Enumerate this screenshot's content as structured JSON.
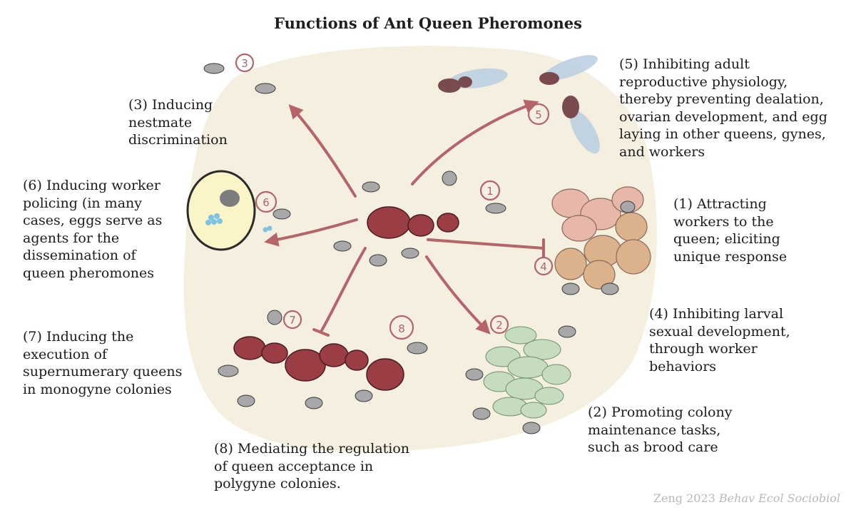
{
  "title": "Functions of Ant Queen Pheromones",
  "functions": [
    {
      "num": "1",
      "lines": [
        "(1) Attracting",
        "workers to the",
        "queen; eliciting",
        "unique response"
      ]
    },
    {
      "num": "2",
      "lines": [
        "(2) Promoting colony",
        "maintenance tasks,",
        "such as brood care"
      ]
    },
    {
      "num": "3",
      "lines": [
        "(3) Inducing",
        "nestmate",
        "discrimination"
      ]
    },
    {
      "num": "4",
      "lines": [
        "(4) Inhibiting larval",
        "sexual development,",
        "through worker",
        "behaviors"
      ]
    },
    {
      "num": "5",
      "lines": [
        "(5) Inhibiting adult",
        "reproductive physiology,",
        "thereby preventing dealation,",
        "ovarian development, and egg",
        "laying in other queens, gynes,",
        "and workers"
      ]
    },
    {
      "num": "6",
      "lines": [
        "(6) Inducing worker",
        "policing (in many",
        "cases, eggs serve as",
        "agents for the",
        "dissemination of",
        "queen pheromones"
      ]
    },
    {
      "num": "7",
      "lines": [
        "(7) Inducing the",
        "execution of",
        "supernumerary queens",
        "in monogyne colonies"
      ]
    },
    {
      "num": "8",
      "lines": [
        "(8) Mediating the regulation",
        "of queen acceptance in",
        "polygyne colonies."
      ]
    }
  ],
  "credit": {
    "author": "Zeng 2023",
    "journal": "Behav Ecol Sociobiol"
  },
  "colors": {
    "background_blob": "#f5efdf",
    "arrow": "#b5646a",
    "queen": "#9b3d45",
    "worker": "#a8a8aa",
    "larvae_brown": "#dcb28c",
    "larvae_pink": "#e7b7aa",
    "brood_green": "#c5dcc0",
    "wing_blue": "#b7cce0",
    "egg_chamber": "#fbf4c7",
    "eggs": "#7fc3e2"
  }
}
